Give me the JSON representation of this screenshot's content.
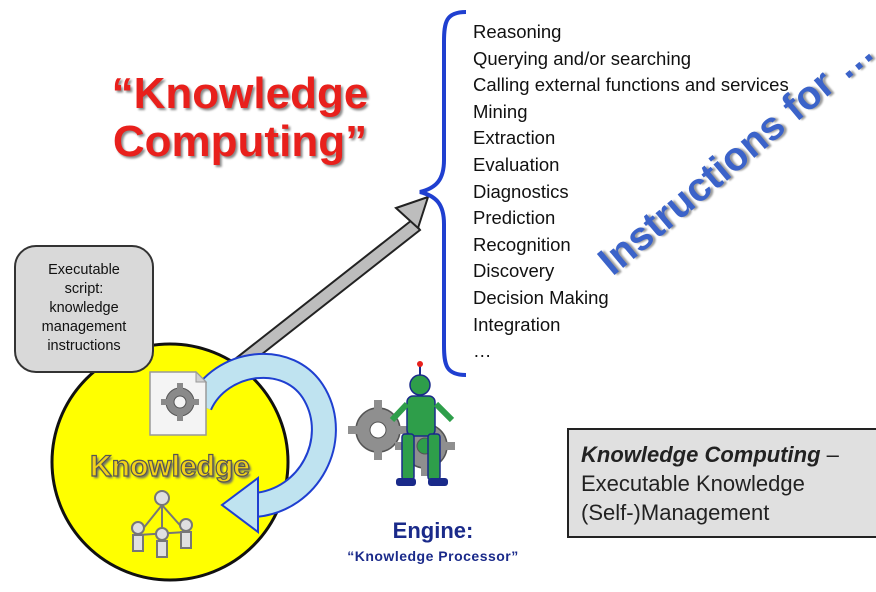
{
  "title": {
    "line1": "“Knowledge",
    "line2": "Computing”"
  },
  "instructions_list": [
    "Reasoning",
    "Querying and/or searching",
    "Calling external functions and services",
    "Mining",
    "Extraction",
    "Evaluation",
    "Diagnostics",
    "Prediction",
    "Recognition",
    "Discovery",
    "Decision Making",
    "Integration",
    "…"
  ],
  "instructions_label": "Instructions for …",
  "definition_box": {
    "term": "Knowledge Computing",
    "dash": " –",
    "line2": "Executable Knowledge",
    "line3": "(Self-)Management"
  },
  "callout": {
    "line1": "Executable",
    "line2": "script:",
    "line3": "knowledge",
    "line4": "management",
    "line5": "instructions"
  },
  "knowledge_label": "Knowledge",
  "engine": {
    "title": "Engine:",
    "subtitle": "“Knowledge Processor”"
  },
  "colors": {
    "title_red": "#e8201c",
    "instructions_blue": "#3b63c9",
    "circle_yellow": "#ffff00",
    "cycle_arrow_light_blue": "#bfe3f0",
    "brace_blue": "#1f3fd0",
    "engine_navy": "#1a2a8a"
  },
  "icons": [
    "gear-icon",
    "document-gear-icon",
    "people-network-icon",
    "robot-engine-icon",
    "cycle-arrow-icon",
    "diagonal-arrow-icon",
    "curly-brace-icon"
  ]
}
